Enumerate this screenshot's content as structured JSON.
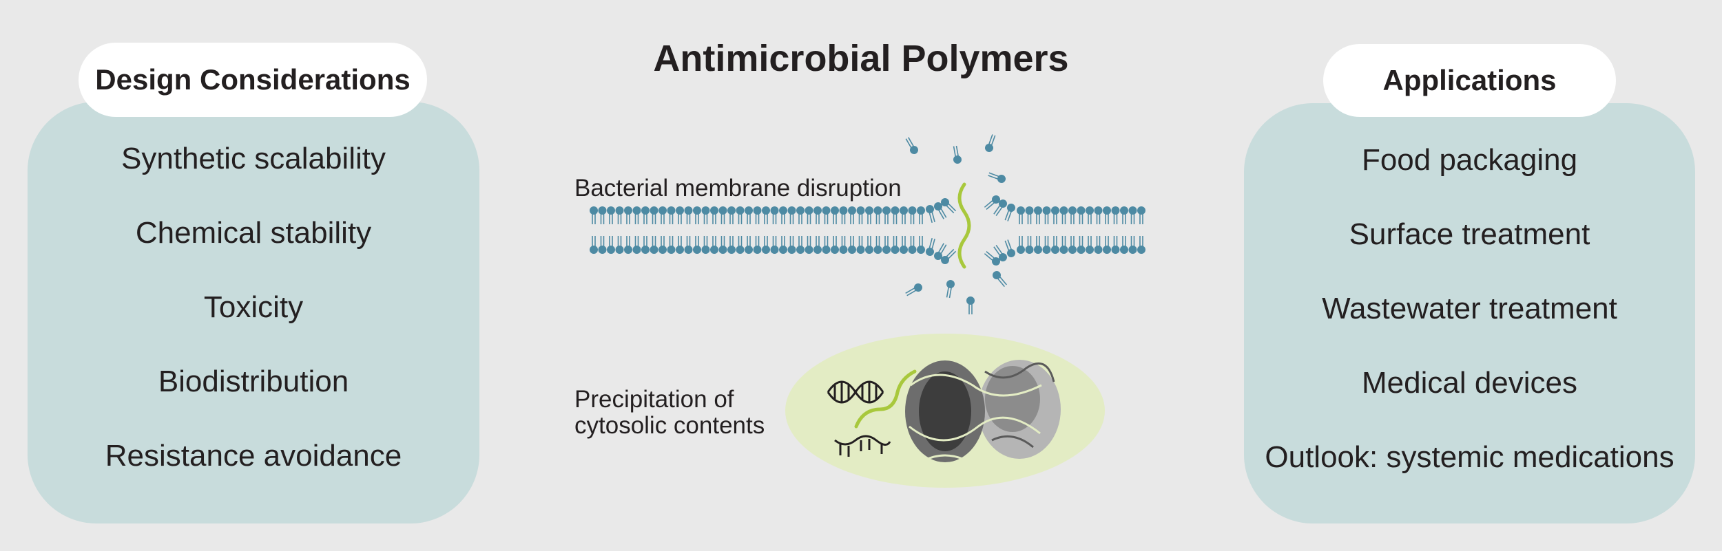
{
  "title": "Antimicrobial Polymers",
  "left_panel": {
    "heading": "Design Considerations",
    "items": [
      "Synthetic scalability",
      "Chemical stability",
      "Toxicity",
      "Biodistribution",
      "Resistance avoidance"
    ]
  },
  "right_panel": {
    "heading": "Applications",
    "items": [
      "Food packaging",
      "Surface treatment",
      "Wastewater treatment",
      "Medical devices",
      "Outlook: systemic medications"
    ]
  },
  "center": {
    "membrane_label": "Bacterial membrane disruption",
    "precipitation_label_line1": "Precipitation of",
    "precipitation_label_line2": "cytosolic contents"
  },
  "colors": {
    "background": "#e9e9e9",
    "panel": "#c8dcdc",
    "lipid": "#4d8aa3",
    "polymer": "#a8c83c",
    "cell": "#e3ecc4"
  }
}
